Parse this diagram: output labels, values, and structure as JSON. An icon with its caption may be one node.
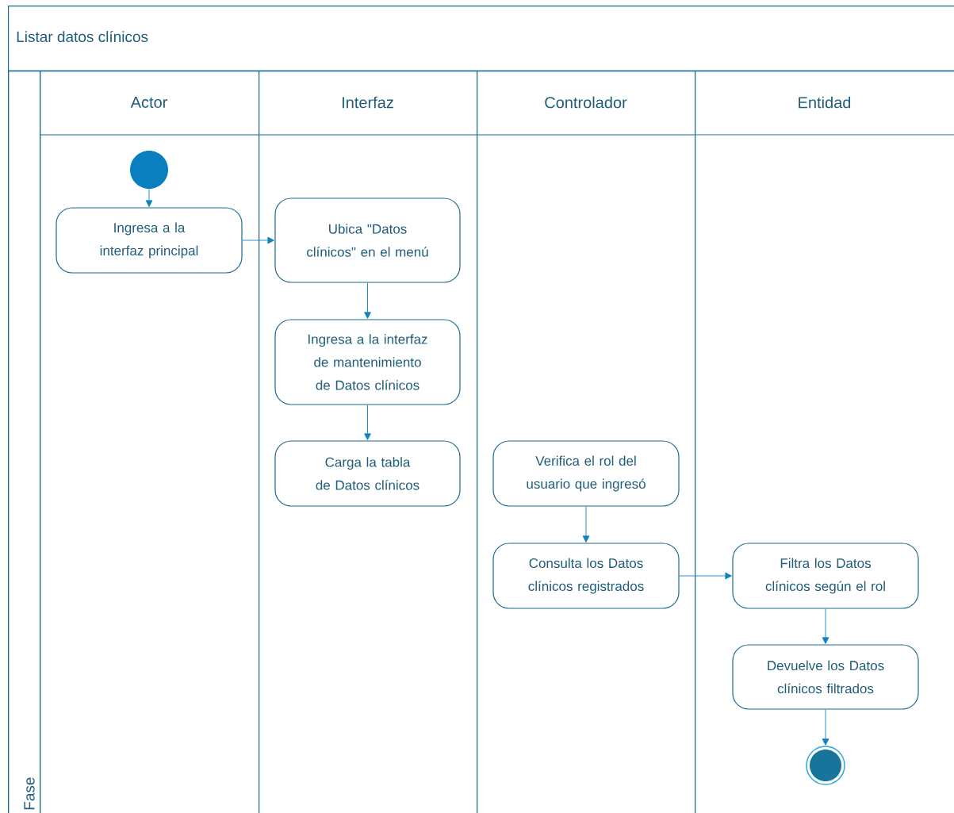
{
  "diagram": {
    "nodes": [
      {
        "text": [
          "Listar datos clínicos"
        ]
      },
      {
        "text": [
          "Fase"
        ],
        "in": 0
      },
      {
        "text": [
          "Actor"
        ],
        "in": 0
      },
      {
        "text": [
          "Interfaz"
        ],
        "in": 0
      },
      {
        "text": [
          "Controlador"
        ],
        "in": 0
      },
      {
        "text": [
          "Entidad"
        ],
        "in": 0
      },
      {
        "text": [],
        "shape": "circle",
        "in": 2
      },
      {
        "text": [
          "Ingresa a la interfaz principal"
        ],
        "in": 2
      },
      {
        "text": [
          "Ubica \"Datos clínicos\" en el menú"
        ],
        "in": 3
      },
      {
        "text": [
          "Ingresa a la interfaz de mantenimiento de Datos clínicos"
        ],
        "in": 3
      },
      {
        "text": [
          "Carga la tabla de Datos clínicos"
        ],
        "in": 3
      },
      {
        "text": [
          "Verifica el rol del usuario que ingresó"
        ],
        "in": 4
      },
      {
        "text": [
          "Consulta los Datos clínicos registrados"
        ],
        "in": 4
      },
      {
        "text": [
          "Filtra los Datos clínicos según el rol"
        ],
        "in": 5
      },
      {
        "text": [
          "Devuelve los Datos clínicos filtrados"
        ],
        "in": 5
      },
      {
        "text": [],
        "shape": "circle",
        "in": 5
      }
    ],
    "edges": [
      {
        "from": 6,
        "to": 7,
        "arrow": "to"
      },
      {
        "from": 7,
        "to": 8,
        "arrow": "to"
      },
      {
        "from": 8,
        "to": 9,
        "arrow": "to"
      },
      {
        "from": 9,
        "to": 10,
        "arrow": "to"
      },
      {
        "from": 11,
        "to": 12,
        "arrow": "to"
      },
      {
        "from": 12,
        "to": 13,
        "arrow": "to"
      },
      {
        "from": 13,
        "to": 14,
        "arrow": "to"
      },
      {
        "from": 14,
        "to": 15,
        "arrow": "to"
      }
    ]
  }
}
